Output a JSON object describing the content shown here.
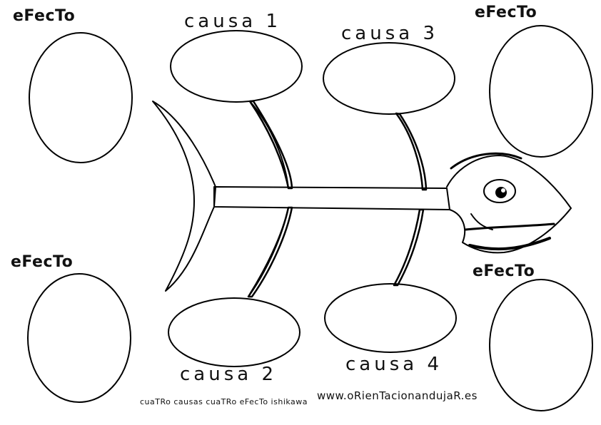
{
  "effects": {
    "top_left": "eFecTo",
    "top_right": "eFecTo",
    "bottom_left": "eFecTo",
    "bottom_right": "eFecTo"
  },
  "causes": {
    "cause1": "causa 1",
    "cause2": "causa 2",
    "cause3": "causa 3",
    "cause4": "causa 4"
  },
  "footer": {
    "caption": "cuaTRo causas cuaTRo eFecTo ishikawa",
    "website": "www.oRienTacionandujaR.es"
  }
}
